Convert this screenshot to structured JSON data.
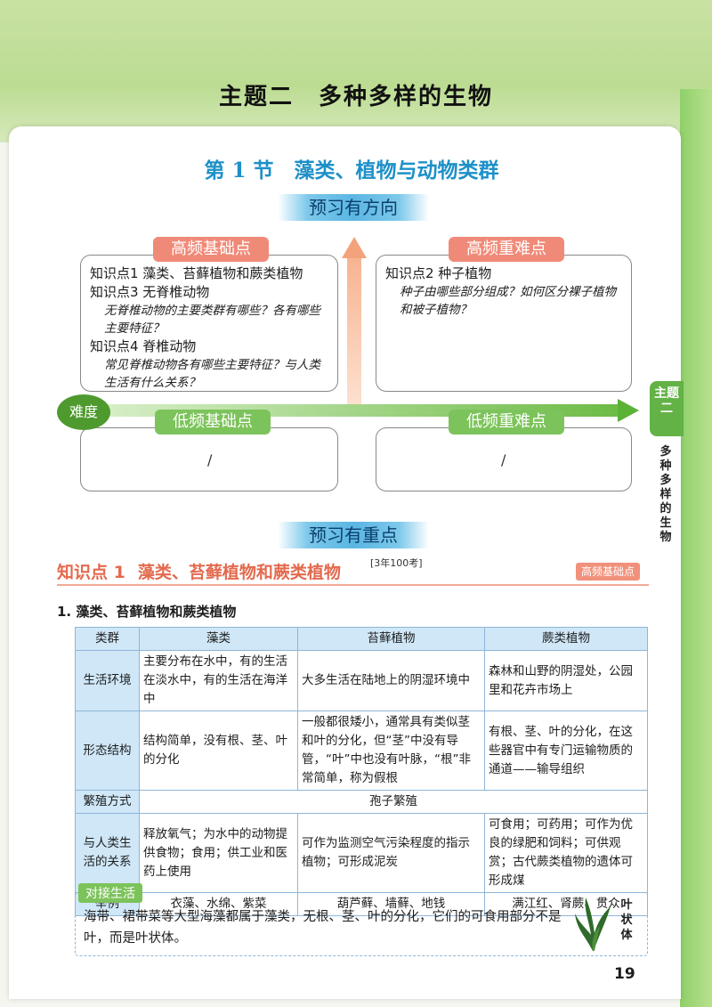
{
  "page_title": "主题二　多种多样的生物",
  "section_title": "第 1 节　藻类、植物与动物类群",
  "banner_preview": "预习有方向",
  "banner_focus": "预习有重点",
  "difficulty_label": "难度",
  "quadrants": {
    "top_left": {
      "label": "高频基础点",
      "lines": [
        {
          "text": "知识点1 藻类、苔藓植物和蕨类植物",
          "q": false
        },
        {
          "text": "知识点3 无脊椎动物",
          "q": false
        },
        {
          "text": "无脊椎动物的主要类群有哪些？各有哪些主要特征？",
          "q": true
        },
        {
          "text": "知识点4 脊椎动物",
          "q": false
        },
        {
          "text": "常见脊椎动物各有哪些主要特征？与人类生活有什么关系？",
          "q": true
        }
      ]
    },
    "top_right": {
      "label": "高频重难点",
      "lines": [
        {
          "text": "知识点2 种子植物",
          "q": false
        },
        {
          "text": "种子由哪些部分组成？如何区分裸子植物和被子植物？",
          "q": true
        }
      ]
    },
    "bottom_left": {
      "label": "低频基础点",
      "content": "/"
    },
    "bottom_right": {
      "label": "低频重难点",
      "content": "/"
    }
  },
  "side_tab": {
    "top": "主题二",
    "bottom": "多种多样的生物"
  },
  "knowledge_point": {
    "number": "知识点 1",
    "title": "藻类、苔藓植物和蕨类植物",
    "exam_note": "[3年100考]",
    "tag": "高频基础点"
  },
  "subheading": "1. 藻类、苔藓植物和蕨类植物",
  "table": {
    "headers": [
      "类群",
      "藻类",
      "苔藓植物",
      "蕨类植物"
    ],
    "rows": [
      {
        "label": "生活环境",
        "cells": [
          "主要分布在水中，有的生活在淡水中，有的生活在海洋中",
          "大多生活在陆地上的阴湿环境中",
          "森林和山野的阴湿处，公园里和花卉市场上"
        ]
      },
      {
        "label": "形态结构",
        "cells": [
          "结构简单，没有根、茎、叶的分化",
          "一般都很矮小，通常具有类似茎和叶的分化，但“茎”中没有导管，“叶”中也没有叶脉，“根”非常简单，称为假根",
          "有根、茎、叶的分化，在这些器官中有专门运输物质的通道——输导组织"
        ]
      },
      {
        "label": "繁殖方式",
        "merged": "孢子繁殖"
      },
      {
        "label": "与人类生活的关系",
        "cells": [
          "释放氧气；为水中的动物提供食物；食用；供工业和医药上使用",
          "可作为监测空气污染程度的指示植物；可形成泥炭",
          "可食用；可药用；可作为优良的绿肥和饲料；可供观赏；古代蕨类植物的遗体可形成煤"
        ]
      },
      {
        "label": "举例",
        "cells": [
          "衣藻、水绵、紫菜",
          "葫芦藓、墙藓、地钱",
          "满江红、肾蕨、贯众"
        ]
      }
    ]
  },
  "life_connection": {
    "tag": "对接生活",
    "text": "海带、裙带菜等大型海藻都属于藻类，无根、茎、叶的分化，它们的可食用部分不是叶，而是叶状体。",
    "image_label": "叶状体"
  },
  "page_number": "19",
  "colors": {
    "accent_blue": "#1e90c8",
    "coral": "#f08a78",
    "green": "#7cc35b",
    "highlight": "#fff26b"
  }
}
